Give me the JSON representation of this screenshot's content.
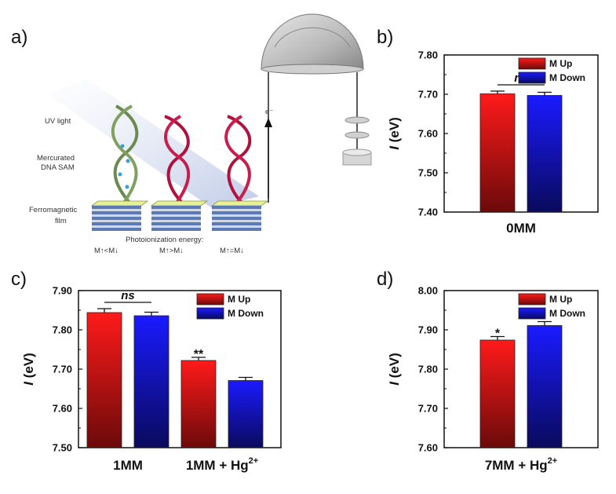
{
  "panel_labels": {
    "a": "a)",
    "b": "b)",
    "c": "c)",
    "d": "d)"
  },
  "schematic": {
    "uv_light": "UV light",
    "sam_line1": "Mercurated",
    "sam_line2": "DNA SAM",
    "film_line1": "Ferromagnetic",
    "film_line2": "film",
    "photo_energy": "Photoionization energy:",
    "cond1": "M↑<M↓",
    "cond2": "M↑>M↓",
    "cond3": "M↑=M↓",
    "electron": "e⁻"
  },
  "legend": {
    "up": "M Up",
    "down": "M Down"
  },
  "colors": {
    "up_top": "#ff1a1a",
    "up_bottom": "#6b0a0a",
    "down_top": "#1a1aff",
    "down_bottom": "#0a0a5c"
  },
  "chart_data": [
    {
      "id": "b",
      "type": "bar",
      "ylabel": "I",
      "ylabel_unit": "(eV)",
      "ylim": [
        7.4,
        7.8
      ],
      "yticks": [
        "7.40",
        "7.50",
        "7.60",
        "7.70",
        "7.80"
      ],
      "legend_position": "top-right",
      "categories": [
        "0MM"
      ],
      "series": [
        {
          "name": "M Up",
          "values": [
            7.701
          ],
          "errors": [
            0.007
          ]
        },
        {
          "name": "M Down",
          "values": [
            7.697
          ],
          "errors": [
            0.008
          ]
        }
      ],
      "annotations": [
        {
          "text": "ns",
          "category": 0,
          "type": "bracket"
        }
      ]
    },
    {
      "id": "c",
      "type": "bar",
      "ylabel": "I",
      "ylabel_unit": "(eV)",
      "ylim": [
        7.5,
        7.9
      ],
      "yticks": [
        "7.50",
        "7.60",
        "7.70",
        "7.80",
        "7.90"
      ],
      "legend_position": "top-right",
      "categories": [
        "1MM",
        "1MM + Hg"
      ],
      "category_superscripts": [
        "",
        "2+"
      ],
      "series": [
        {
          "name": "M Up",
          "values": [
            7.844,
            7.722
          ],
          "errors": [
            0.01,
            0.008
          ]
        },
        {
          "name": "M Down",
          "values": [
            7.836,
            7.671
          ],
          "errors": [
            0.009,
            0.008
          ]
        }
      ],
      "annotations": [
        {
          "text": "ns",
          "category": 0,
          "type": "bracket"
        },
        {
          "text": "**",
          "category": 1,
          "series": 0,
          "type": "star"
        }
      ]
    },
    {
      "id": "d",
      "type": "bar",
      "ylabel": "I",
      "ylabel_unit": "(eV)",
      "ylim": [
        7.6,
        8.0
      ],
      "yticks": [
        "7.60",
        "7.70",
        "7.80",
        "7.90",
        "8.00"
      ],
      "legend_position": "top-right",
      "categories": [
        "7MM + Hg"
      ],
      "category_superscripts": [
        "2+"
      ],
      "series": [
        {
          "name": "M Up",
          "values": [
            7.874
          ],
          "errors": [
            0.009
          ]
        },
        {
          "name": "M Down",
          "values": [
            7.911
          ],
          "errors": [
            0.01
          ]
        }
      ],
      "annotations": [
        {
          "text": "*",
          "category": 0,
          "series": 0,
          "type": "star"
        }
      ]
    }
  ]
}
